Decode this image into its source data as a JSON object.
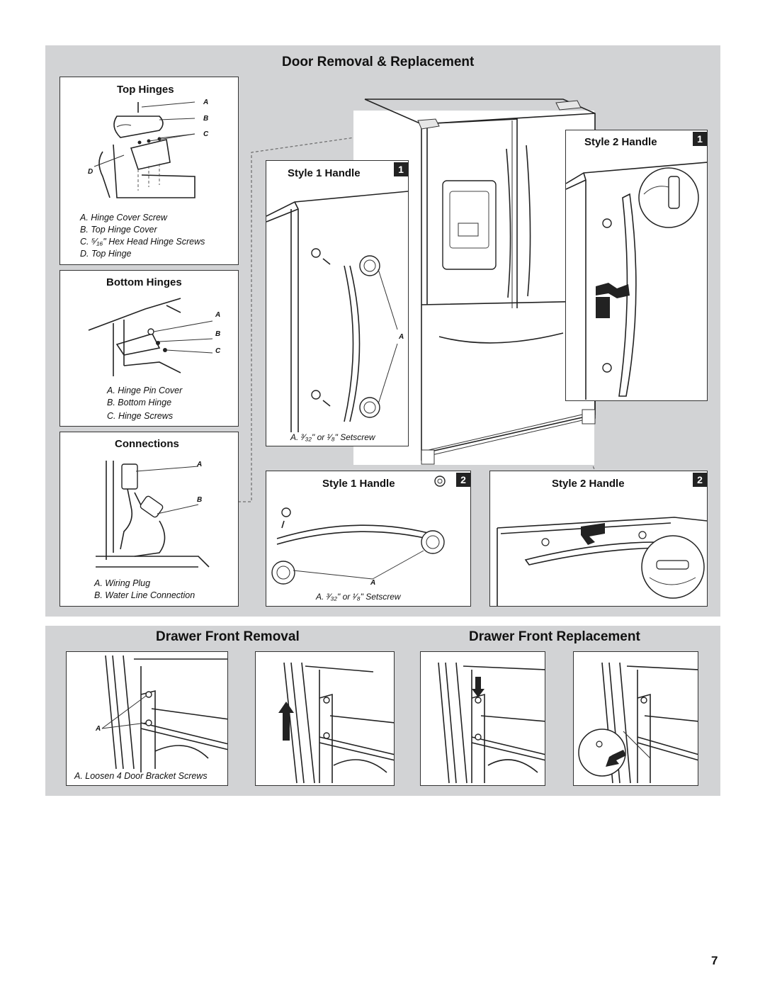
{
  "door_section": {
    "title": "Door Removal & Replacement",
    "top_hinges": {
      "title": "Top Hinges",
      "callouts": [
        "A",
        "B",
        "C",
        "D"
      ],
      "captions": [
        "A. Hinge Cover Screw",
        "B. Top Hinge Cover",
        "C. ⁵⁄₁₆\" Hex Head Hinge Screws",
        "D. Top Hinge"
      ]
    },
    "bottom_hinges": {
      "title": "Bottom Hinges",
      "callouts": [
        "A",
        "B",
        "C"
      ],
      "captions": [
        "A. Hinge Pin Cover",
        "B. Bottom Hinge",
        "C. Hinge Screws"
      ]
    },
    "connections": {
      "title": "Connections",
      "callouts": [
        "A",
        "B"
      ],
      "captions": [
        "A. Wiring Plug",
        "B. Water Line Connection"
      ]
    },
    "style1_handle_door": {
      "title": "Style 1 Handle",
      "step": "1",
      "callout": "A",
      "caption": "A. ³⁄₃₂\" or ¹⁄₈\" Setscrew"
    },
    "style2_handle_door": {
      "title": "Style 2 Handle",
      "step": "1"
    },
    "style1_handle_drawer": {
      "title": "Style 1 Handle",
      "step": "2",
      "callout": "A",
      "caption": "A. ³⁄₃₂\"  or ¹⁄₈\" Setscrew"
    },
    "style2_handle_drawer": {
      "title": "Style 2 Handle",
      "step": "2"
    }
  },
  "drawer_section": {
    "removal_title": "Drawer Front Removal",
    "replacement_title": "Drawer Front Replacement",
    "callout": "A",
    "caption": "A. Loosen 4 Door Bracket Screws"
  },
  "page_number": "7"
}
